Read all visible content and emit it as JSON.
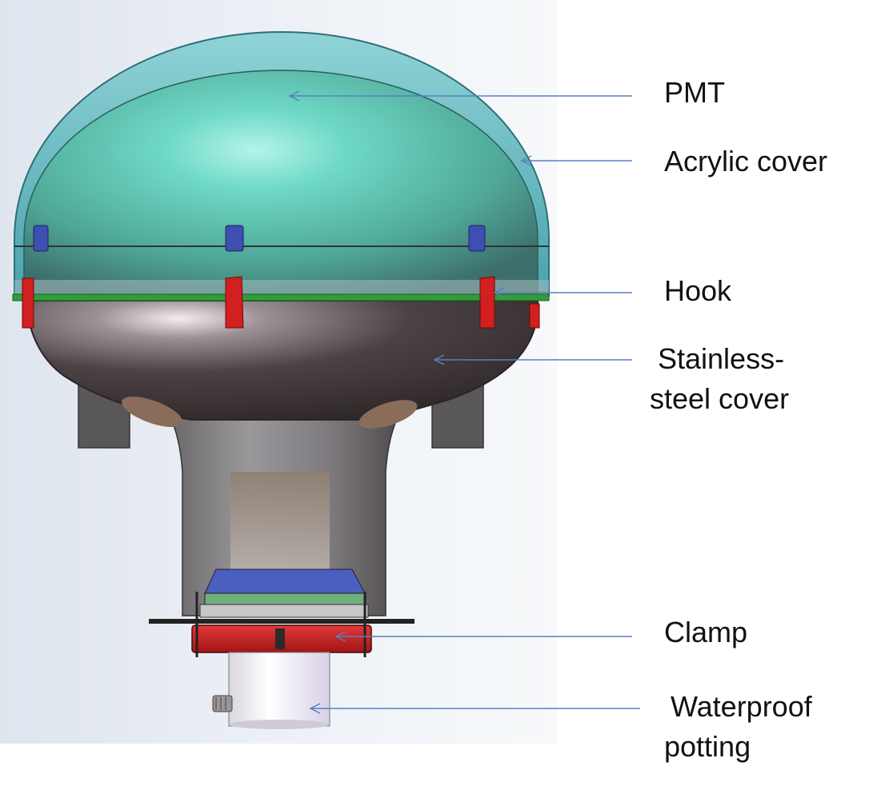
{
  "labels": {
    "pmt": "PMT",
    "acrylic_cover": "Acrylic cover",
    "hook": "Hook",
    "stainless_line1": "Stainless-",
    "stainless_line2": "steel cover",
    "clamp": "Clamp",
    "waterproof_line1": "Waterproof",
    "waterproof_line2": "potting"
  },
  "colors": {
    "leader_line": "#5b7fbf",
    "acrylic": "#7fc6cc",
    "pmt_glass": "#6fcdb4",
    "steel": "#4a4142",
    "hook": "#d21f1f",
    "clip": "#3d4fb0",
    "seal_ring": "#2f9e3a",
    "potting": "#f3f0f6"
  }
}
